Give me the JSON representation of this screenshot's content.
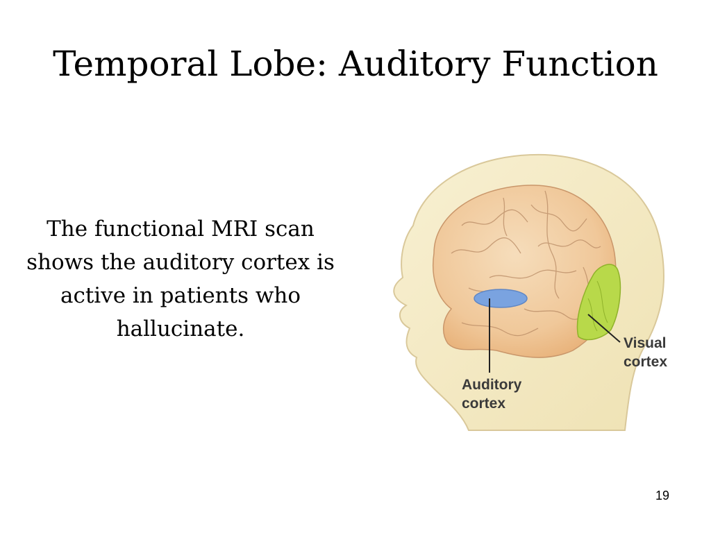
{
  "slide": {
    "title": "Temporal Lobe: Auditory Function",
    "body": "The functional MRI scan shows the auditory cortex is active in patients who hallucinate.",
    "page_number": "19"
  },
  "figure": {
    "labels": {
      "auditory_line1": "Auditory",
      "auditory_line2": "cortex",
      "visual_line1": "Visual",
      "visual_line2": "cortex"
    },
    "colors": {
      "auditory_cortex": "#7aa3e0",
      "visual_cortex": "#b8d94a",
      "brain": "#f2cfa5",
      "head": "#f5ecc8"
    }
  }
}
